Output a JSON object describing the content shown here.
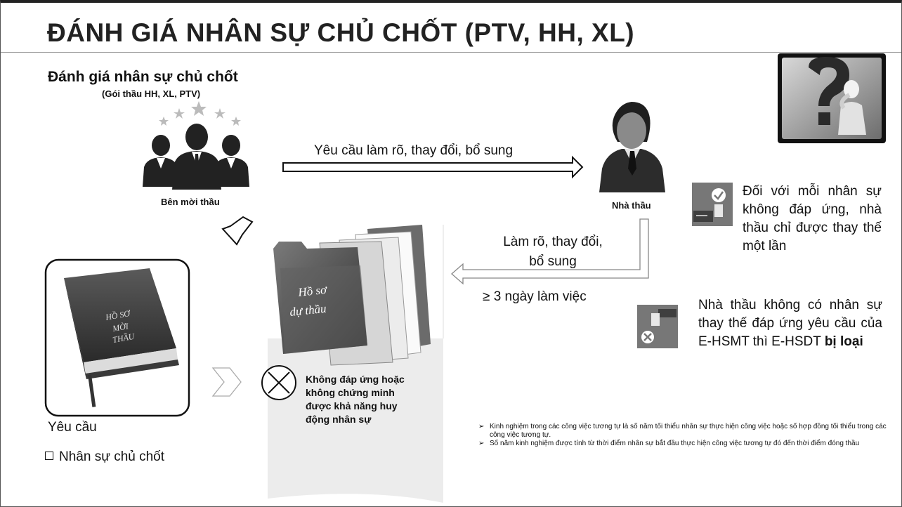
{
  "slide": {
    "title": "ĐÁNH GIÁ NHÂN SỰ CHỦ CHỐT  (PTV, HH, XL)",
    "subtitle": "Đánh giá nhân sự chủ chốt",
    "subtitle_note": "(Gói thầu HH, XL, PTV)"
  },
  "parties": {
    "procuring_entity": "Bên mời thầu",
    "contractor": "Nhà thầu"
  },
  "flow": {
    "request": "Yêu cầu làm rõ, thay đổi, bổ sung",
    "response_line1": "Làm rõ, thay đổi,",
    "response_line2": "bổ sung",
    "deadline": "≥ 3 ngày làm việc"
  },
  "folder_label_line1": "Hồ sơ",
  "folder_label_line2": "dự thầu",
  "book_label_line1": "HỒ SƠ",
  "book_label_line2": "MỜI",
  "book_label_line3": "THẦU",
  "rules": {
    "replace_once": "Đối với mỗi nhân sự không đáp ứng, nhà thầu chỉ được thay thế một lần",
    "rejected_prefix": "Nhà thầu không có nhân sự thay thế đáp ứng yêu cầu của E-HSMT thì E-HSDT ",
    "rejected_emphasis": "bị loại"
  },
  "reject_box": "Không đáp ứng hoặc không chứng minh được khả năng huy động nhân sự",
  "requirements": {
    "label": "Yêu cầu",
    "item": "Nhân sự chủ chốt"
  },
  "notes": [
    "Kinh nghiệm trong các công việc tương tự là số năm tối thiểu nhân sự thực hiện công việc hoặc số hợp đồng tối thiểu trong các công việc tương tự.",
    "Số năm kinh nghiệm được tính từ thời điểm nhân sự bắt đầu thực hiện công việc tương tự đó đến thời điểm đóng thầu"
  ],
  "note_bullet": "➢",
  "icons": {
    "team": "team-people-icon",
    "contractor": "businessman-icon",
    "question": "question-mark-person-icon",
    "approve": "hand-check-icon",
    "reject": "hand-x-icon",
    "folder": "folder-stack-icon",
    "book": "book-icon",
    "cross": "x-circle-icon"
  },
  "colors": {
    "text": "#111111",
    "dark_icon": "#3a3a3a",
    "gray_fill": "#ececec"
  }
}
